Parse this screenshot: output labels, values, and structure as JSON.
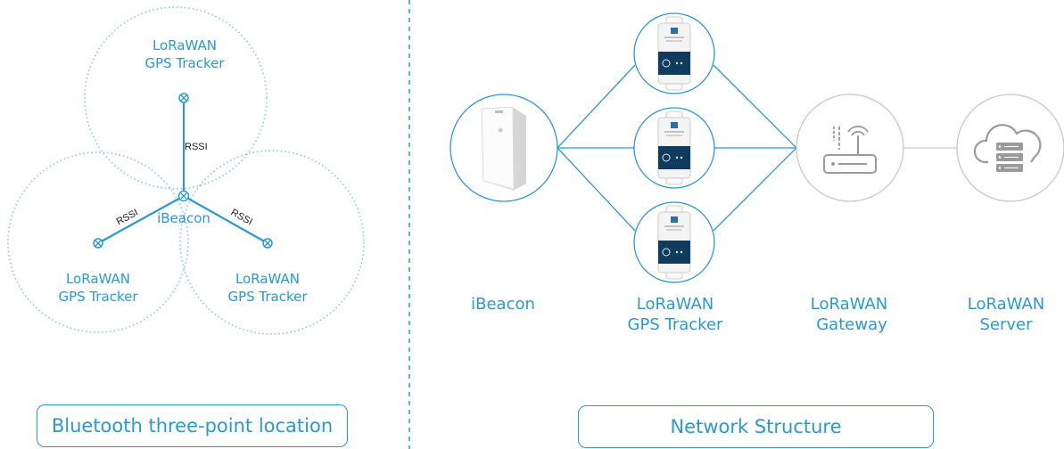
{
  "left_panel": {
    "top_tracker": [
      "LoRaWAN",
      "GPS Tracker"
    ],
    "left_tracker": [
      "LoRaWAN",
      "GPS Tracker"
    ],
    "right_tracker": [
      "LoRaWAN",
      "GPS Tracker"
    ],
    "center": "iBeacon",
    "rssi_top": "RSSI",
    "rssi_left": "RSSI",
    "rssi_right": "RSSI",
    "caption": "Bluetooth three-point location"
  },
  "right_panel": {
    "ibeacon": "iBeacon",
    "tracker": [
      "LoRaWAN",
      "GPS Tracker"
    ],
    "gateway": [
      "LoRaWAN",
      "Gateway"
    ],
    "server": [
      "LoRaWAN",
      "Server"
    ],
    "caption": "Network Structure"
  },
  "colors": {
    "accent": "#2a98d2",
    "dotted": "#7cc4e8",
    "gray": "#c8c8c8",
    "icon_gray": "#9a9a9a"
  }
}
